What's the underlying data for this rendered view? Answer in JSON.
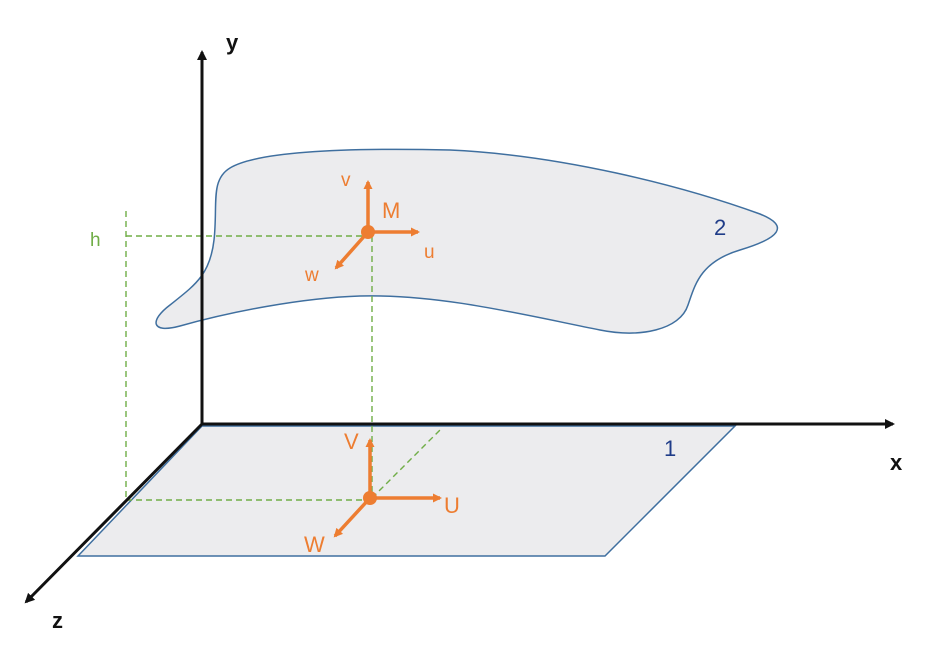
{
  "colors": {
    "axis": "#111111",
    "surface_fill": "#ececee",
    "surface_stroke": "#3f6f9f",
    "vector": "#ed7d31",
    "guide": "#70ad47",
    "plane_label": "#1f3c88"
  },
  "axes": {
    "x_label": "x",
    "y_label": "y",
    "z_label": "z"
  },
  "surfaces": {
    "plane_label": "1",
    "curved_label": "2"
  },
  "guide": {
    "h_label": "h"
  },
  "upper_frame": {
    "point_label": "M",
    "u_label": "u",
    "v_label": "v",
    "w_label": "w"
  },
  "lower_frame": {
    "u_label": "U",
    "v_label": "V",
    "w_label": "W"
  }
}
